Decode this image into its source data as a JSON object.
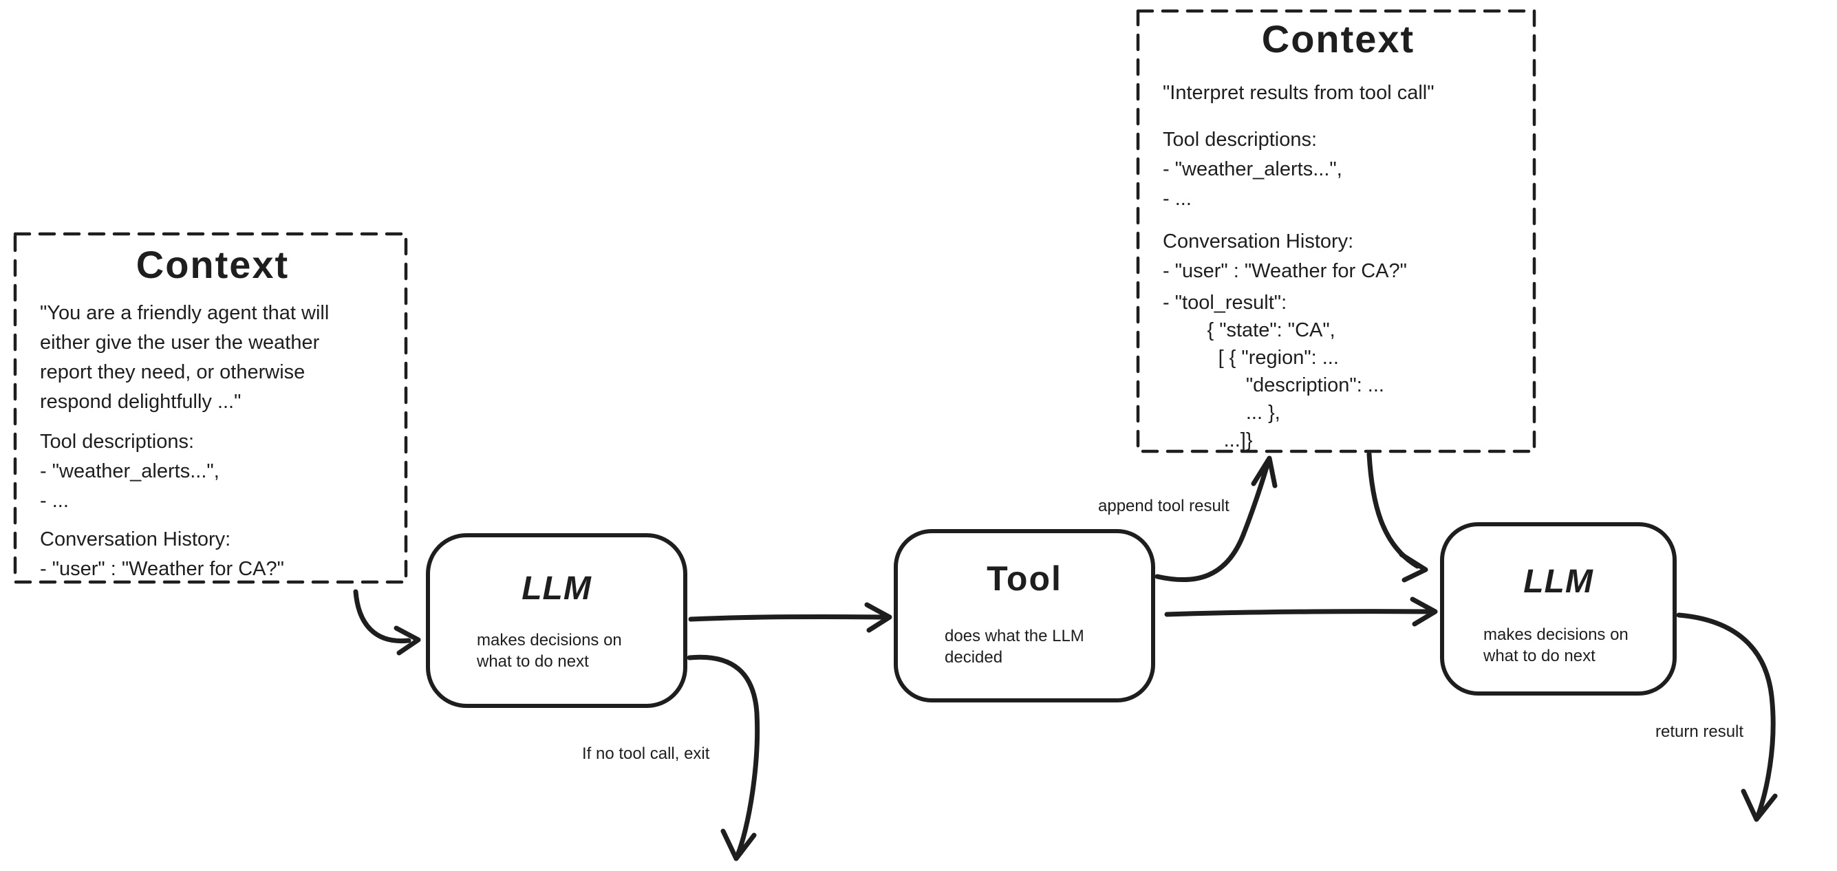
{
  "canvas": {
    "background": "#ffffff",
    "ink_color": "#1e1e1e"
  },
  "nodes": {
    "context_left": {
      "title": "Context",
      "system_prompt_lines": [
        "\"You are a friendly agent that will",
        "either give the user the weather",
        "report they need, or otherwise",
        "respond delightfully ...\""
      ],
      "tool_descriptions_lines": [
        "Tool descriptions:",
        "- \"weather_alerts...\",",
        "- ..."
      ],
      "conversation_history_lines": [
        "Conversation History:",
        "- \"user\" : \"Weather for CA?\""
      ]
    },
    "context_right": {
      "title": "Context",
      "instruction_lines": [
        "\"Interpret results from tool call\""
      ],
      "tool_descriptions_lines": [
        "Tool descriptions:",
        "- \"weather_alerts...\",",
        "- ..."
      ],
      "conversation_history_lines": [
        "Conversation History:",
        "- \"user\" : \"Weather for CA?\""
      ],
      "tool_result_lines": [
        "- \"tool_result\":",
        "        { \"state\": \"CA\",",
        "          [ { \"region\": ...",
        "               \"description\": ...",
        "               ... },",
        "           ...]}"
      ]
    },
    "llm_first": {
      "title": "LLM",
      "description_lines": [
        "makes decisions on",
        "what to do next"
      ]
    },
    "tool": {
      "title": "Tool",
      "description_lines": [
        "does what the LLM",
        "decided"
      ]
    },
    "llm_second": {
      "title": "LLM",
      "description_lines": [
        "makes decisions on",
        "what to do next"
      ]
    }
  },
  "edge_labels": {
    "append_tool_result": "append tool result",
    "if_no_tool_call_exit": "If no tool call, exit",
    "return_result": "return result"
  }
}
